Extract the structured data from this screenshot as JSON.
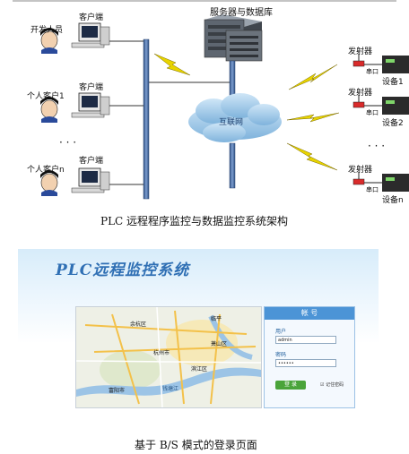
{
  "diagram": {
    "server_label": "服务器与数据库",
    "clients": [
      {
        "role": "开发人员",
        "terminal": "客户端"
      },
      {
        "role": "个人客户1",
        "terminal": "客户端"
      },
      {
        "role": "个人客户n",
        "terminal": "客户端"
      }
    ],
    "client_ellipsis": "· · ·",
    "internet_label": "互联网",
    "devices": [
      {
        "transmitter": "发射器",
        "port": "串口",
        "device": "设备1"
      },
      {
        "transmitter": "发射器",
        "port": "串口",
        "device": "设备2"
      },
      {
        "transmitter": "发射器",
        "port": "串口",
        "device": "设备n"
      }
    ],
    "device_ellipsis": "· · ·",
    "caption": "PLC 远程程序监控与数据监控系统架构"
  },
  "login_page": {
    "system_title": "PLC远程监控系统",
    "map_labels": [
      "杭州市",
      "萧山区",
      "富阳市",
      "余杭区",
      "临平",
      "滨江区",
      "钱塘江"
    ],
    "panel_title": "帐 号",
    "user_label": "用户",
    "user_value": "admin",
    "password_label": "密码",
    "password_value": "••••••",
    "login_button": "登 录",
    "remember_label": "记住密码",
    "caption": "基于 B/S 模式的登录页面"
  }
}
